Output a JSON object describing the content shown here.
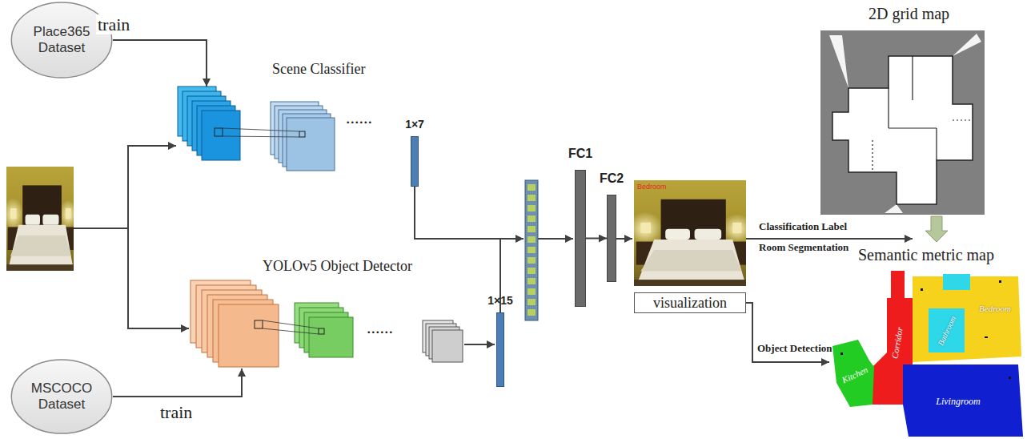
{
  "diagram": {
    "nodes": [
      {
        "text": [
          "Place365 Dataset"
        ]
      },
      {
        "text": [
          "Scene Classifier"
        ]
      },
      {
        "text": [
          "1×7"
        ]
      },
      {
        "text": [
          "MSCOCO Dataset"
        ]
      },
      {
        "text": [
          "YOLOv5 Object Detector"
        ]
      },
      {
        "text": [
          "1×15"
        ]
      },
      {
        "text": [
          "FC1"
        ]
      },
      {
        "text": [
          "FC2"
        ]
      },
      {
        "text": [
          "visualization"
        ]
      }
    ],
    "edges": [
      {
        "from": 0,
        "to": 1,
        "label": "train",
        "arrow": "to"
      },
      {
        "from": 3,
        "to": 4,
        "label": "train",
        "arrow": "to"
      },
      {
        "from": 6,
        "to": 7,
        "arrow": "to"
      }
    ],
    "labels": [
      "......",
      "......",
      "Bedroom",
      "Classification Label",
      "Room Segmentation",
      "Object Detection",
      "2D grid map",
      "Semantic metric map",
      "Corridor",
      "Bedroom",
      "Bathroom",
      "Kitchen",
      "Livingroom"
    ]
  }
}
